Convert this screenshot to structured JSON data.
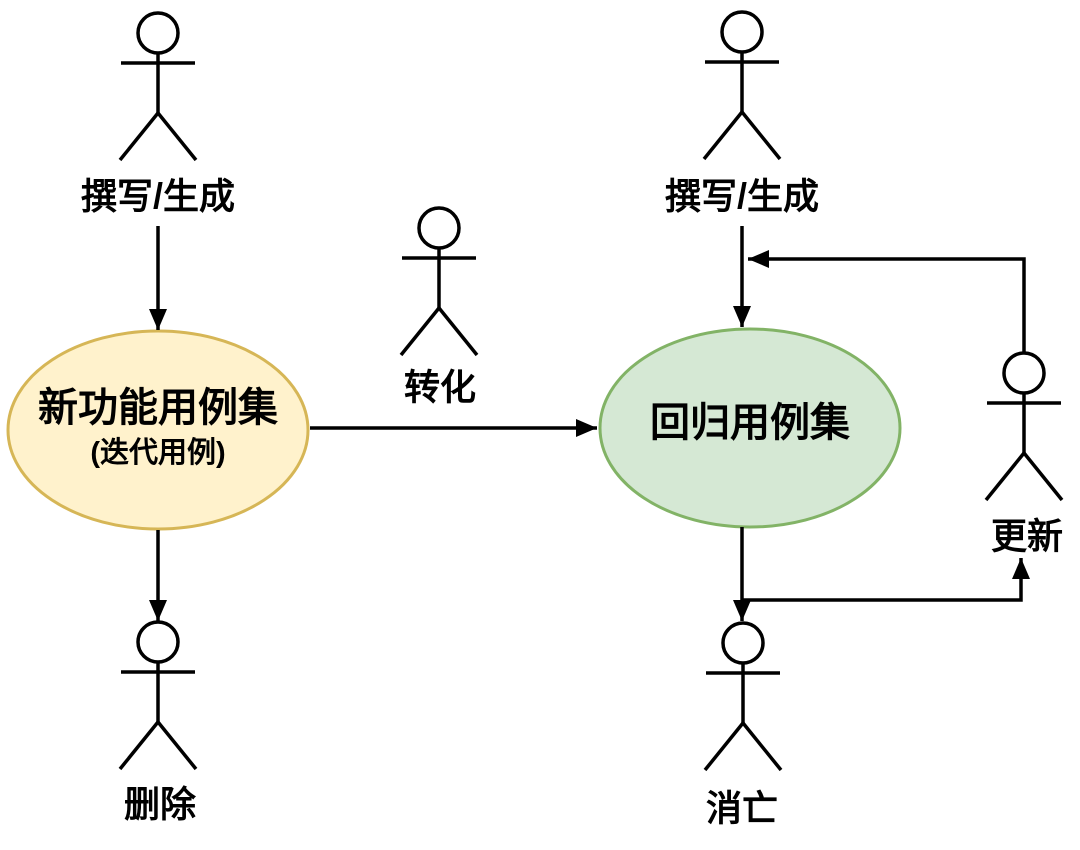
{
  "diagram": {
    "background_color": "#ffffff",
    "line_color": "#000000",
    "actors": [
      {
        "id": "author-left",
        "label": "撰写/生成"
      },
      {
        "id": "author-right",
        "label": "撰写/生成"
      },
      {
        "id": "transform",
        "label": "转化"
      },
      {
        "id": "update",
        "label": "更新"
      },
      {
        "id": "delete",
        "label": "删除"
      },
      {
        "id": "extinct",
        "label": "消亡"
      }
    ],
    "nodes": [
      {
        "id": "new-feature-set",
        "title": "新功能用例集",
        "subtitle": "(迭代用例)",
        "fill_color": "#FFF2CC",
        "border_color": "#D6B656"
      },
      {
        "id": "regression-set",
        "title": "回归用例集",
        "subtitle": "",
        "fill_color": "#D5E8D4",
        "border_color": "#82B366"
      }
    ],
    "edges": [
      {
        "id": "author-left-to-new",
        "from": "author-left",
        "to": "new-feature-set"
      },
      {
        "id": "new-to-delete",
        "from": "new-feature-set",
        "to": "delete"
      },
      {
        "id": "new-to-regression",
        "from": "new-feature-set",
        "to": "regression-set",
        "label_actor": "transform"
      },
      {
        "id": "author-right-to-regression",
        "from": "author-right",
        "to": "regression-set"
      },
      {
        "id": "update-loop-back",
        "from": "update",
        "to": "regression-set"
      },
      {
        "id": "regression-to-extinct",
        "from": "regression-set",
        "to": "extinct"
      },
      {
        "id": "regression-to-update",
        "from": "regression-set",
        "to": "update"
      }
    ]
  }
}
